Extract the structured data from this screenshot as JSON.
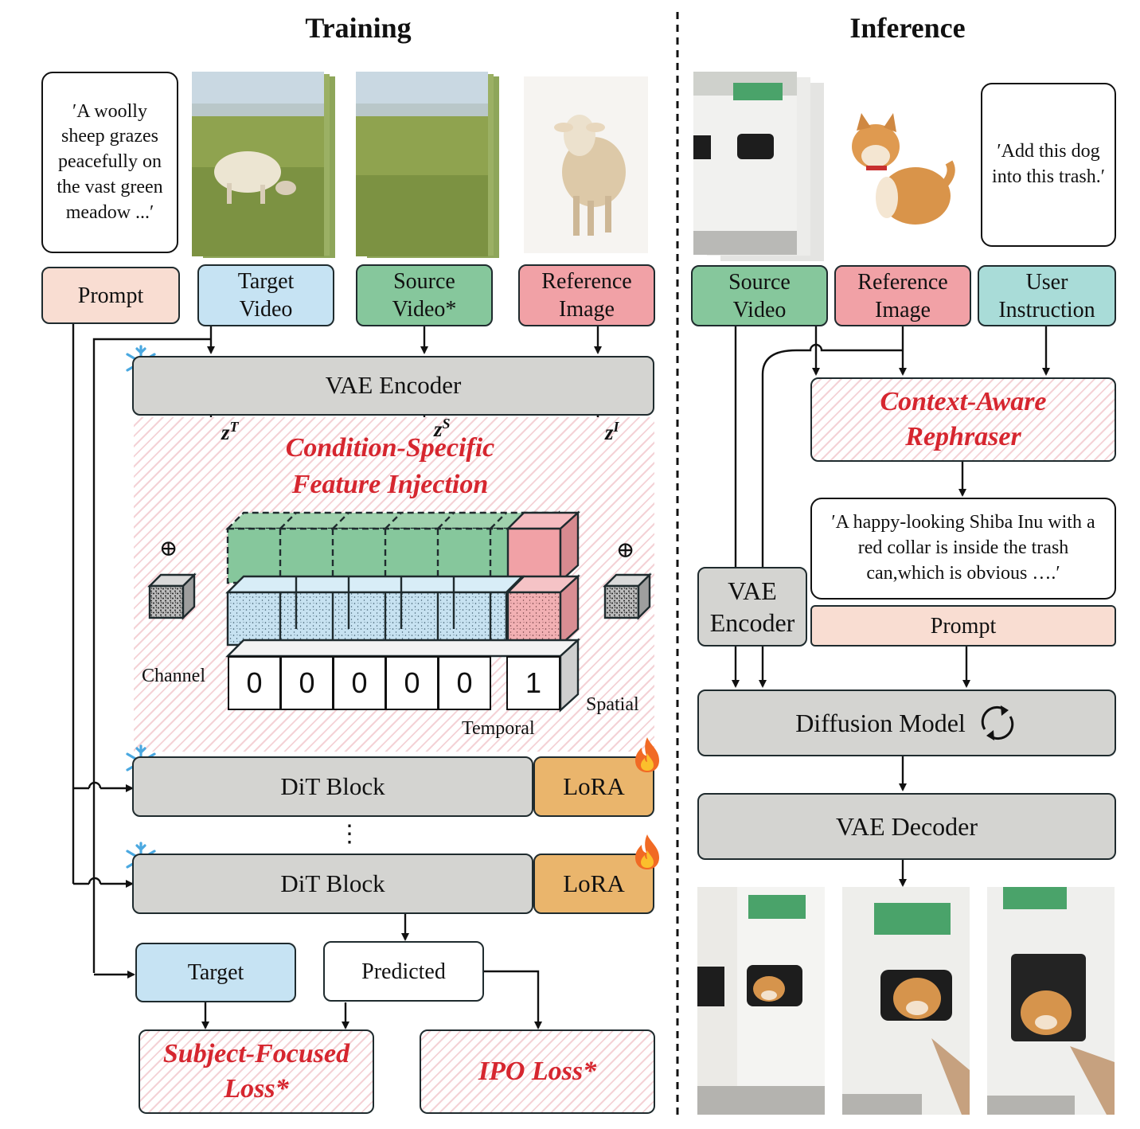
{
  "headings": {
    "training": "Training",
    "inference": "Inference"
  },
  "training": {
    "caption": "′A woolly sheep grazes peacefully on the vast green meadow ...′",
    "inputs": {
      "prompt": "Prompt",
      "target_video": "Target Video",
      "source_video": "Source Video*",
      "reference_image": "Reference Image"
    },
    "vae_encoder": "VAE Encoder",
    "latents": {
      "target": "z",
      "target_sup": "T",
      "source": "z",
      "source_sup": "S",
      "image": "z",
      "image_sup": "I"
    },
    "injection_title": "Condition-Specific Feature Injection",
    "mask_values": [
      "0",
      "0",
      "0",
      "0",
      "0",
      "1"
    ],
    "axes": {
      "channel": "Channel",
      "temporal": "Temporal",
      "spatial": "Spatial"
    },
    "plus_symbol": "⊕",
    "dit_block": "DiT Block",
    "lora": "LoRA",
    "ellipsis": "⋮",
    "target": "Target",
    "predicted": "Predicted",
    "subject_loss": "Subject-Focused Loss*",
    "ipo_loss": "IPO Loss*"
  },
  "inference": {
    "instruction_text": "′Add this dog into this trash.′",
    "inputs": {
      "source_video": "Source Video",
      "reference_image": "Reference Image",
      "user_instruction": "User Instruction"
    },
    "rephraser": "Context-Aware Rephraser",
    "rephrased_prompt": "′A happy-looking Shiba Inu with a red collar is inside the trash can,which is obvious ….′",
    "prompt": "Prompt",
    "vae_encoder": "VAE Encoder",
    "diffusion_model": "Diffusion Model",
    "vae_decoder": "VAE Decoder"
  },
  "icons": {
    "snowflake": "snowflake-icon",
    "fire": "fire-icon",
    "cycle": "cycle-icon"
  },
  "colors": {
    "accent_red": "#d6262f",
    "target_blue": "#c6e3f3",
    "source_green": "#86c79c",
    "reference_pink": "#f1a1a6",
    "prompt_peach": "#f9ddd2",
    "instruction_teal": "#a9dcd8",
    "lora_orange": "#eab56c",
    "block_gray": "#d4d4d1"
  }
}
